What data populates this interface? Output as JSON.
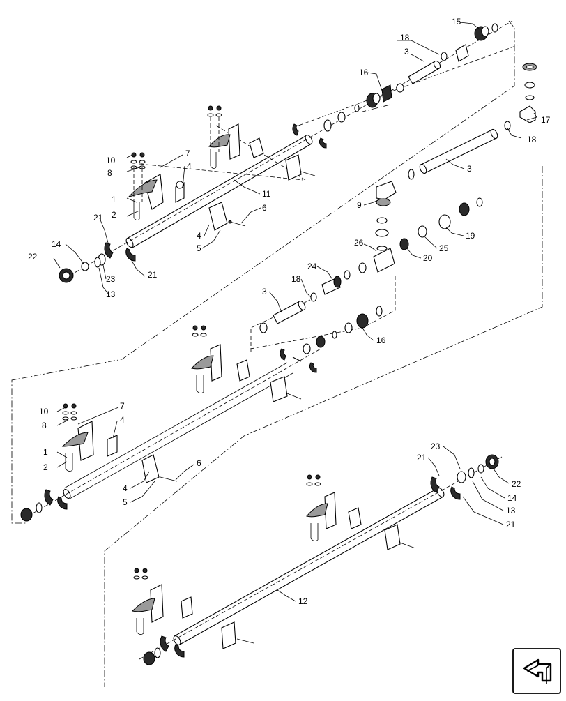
{
  "callouts": [
    {
      "id": "c15a",
      "label": "15"
    },
    {
      "id": "c18a",
      "label": "18"
    },
    {
      "id": "c3a",
      "label": "3"
    },
    {
      "id": "c16a",
      "label": "16"
    },
    {
      "id": "c17",
      "label": "17"
    },
    {
      "id": "c18b",
      "label": "18"
    },
    {
      "id": "c3b",
      "label": "3"
    },
    {
      "id": "c10a",
      "label": "10"
    },
    {
      "id": "c7a",
      "label": "7"
    },
    {
      "id": "c8a",
      "label": "8"
    },
    {
      "id": "c4a",
      "label": "4"
    },
    {
      "id": "c11",
      "label": "11"
    },
    {
      "id": "c1a",
      "label": "1"
    },
    {
      "id": "c2a",
      "label": "2"
    },
    {
      "id": "c6a",
      "label": "6"
    },
    {
      "id": "c4b",
      "label": "4"
    },
    {
      "id": "c5a",
      "label": "5"
    },
    {
      "id": "c21a",
      "label": "21"
    },
    {
      "id": "c14a",
      "label": "14"
    },
    {
      "id": "c22a",
      "label": "22"
    },
    {
      "id": "c23a",
      "label": "23"
    },
    {
      "id": "c13a",
      "label": "13"
    },
    {
      "id": "c21b",
      "label": "21"
    },
    {
      "id": "c9",
      "label": "9"
    },
    {
      "id": "c19",
      "label": "19"
    },
    {
      "id": "c25",
      "label": "25"
    },
    {
      "id": "c20",
      "label": "20"
    },
    {
      "id": "c26",
      "label": "26"
    },
    {
      "id": "c24",
      "label": "24"
    },
    {
      "id": "c18c",
      "label": "18"
    },
    {
      "id": "c3c",
      "label": "3"
    },
    {
      "id": "c16b",
      "label": "16"
    },
    {
      "id": "c10b",
      "label": "10"
    },
    {
      "id": "c7b",
      "label": "7"
    },
    {
      "id": "c8b",
      "label": "8"
    },
    {
      "id": "c4c",
      "label": "4"
    },
    {
      "id": "c1b",
      "label": "1"
    },
    {
      "id": "c2b",
      "label": "2"
    },
    {
      "id": "c6b",
      "label": "6"
    },
    {
      "id": "c4d",
      "label": "4"
    },
    {
      "id": "c5b",
      "label": "5"
    },
    {
      "id": "c23b",
      "label": "23"
    },
    {
      "id": "c21c",
      "label": "21"
    },
    {
      "id": "c22b",
      "label": "22"
    },
    {
      "id": "c14b",
      "label": "14"
    },
    {
      "id": "c13b",
      "label": "13"
    },
    {
      "id": "c21d",
      "label": "21"
    },
    {
      "id": "c12",
      "label": "12"
    }
  ],
  "icons": {
    "nav_arrow": "bent-arrow-icon"
  }
}
